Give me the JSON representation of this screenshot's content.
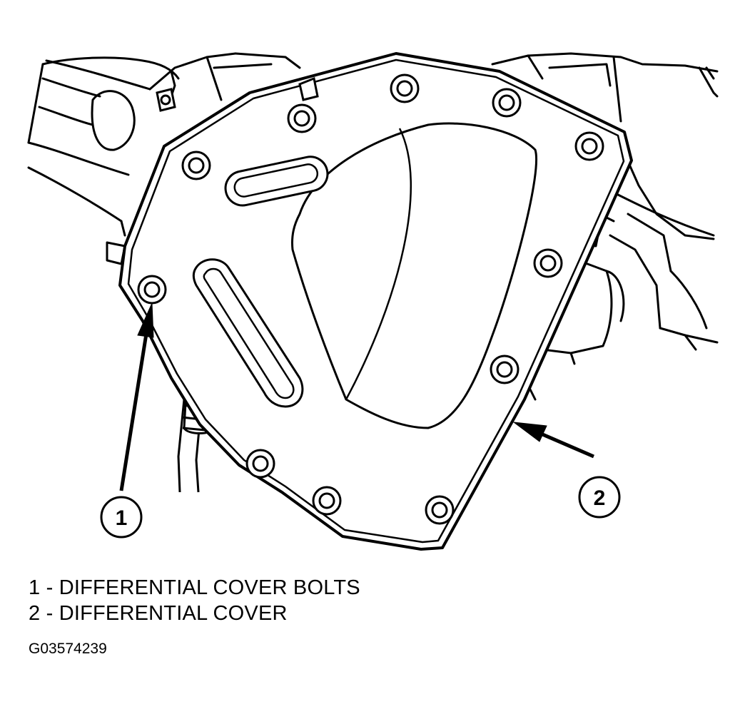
{
  "diagram": {
    "callouts": [
      {
        "number": "1",
        "label": "DIFFERENTIAL COVER BOLTS"
      },
      {
        "number": "2",
        "label": "DIFFERENTIAL COVER"
      }
    ],
    "legend": [
      "1 - DIFFERENTIAL COVER BOLTS",
      "2 - DIFFERENTIAL COVER"
    ],
    "figure_id": "G03574239",
    "colors": {
      "line": "#000000",
      "background": "#ffffff"
    }
  }
}
